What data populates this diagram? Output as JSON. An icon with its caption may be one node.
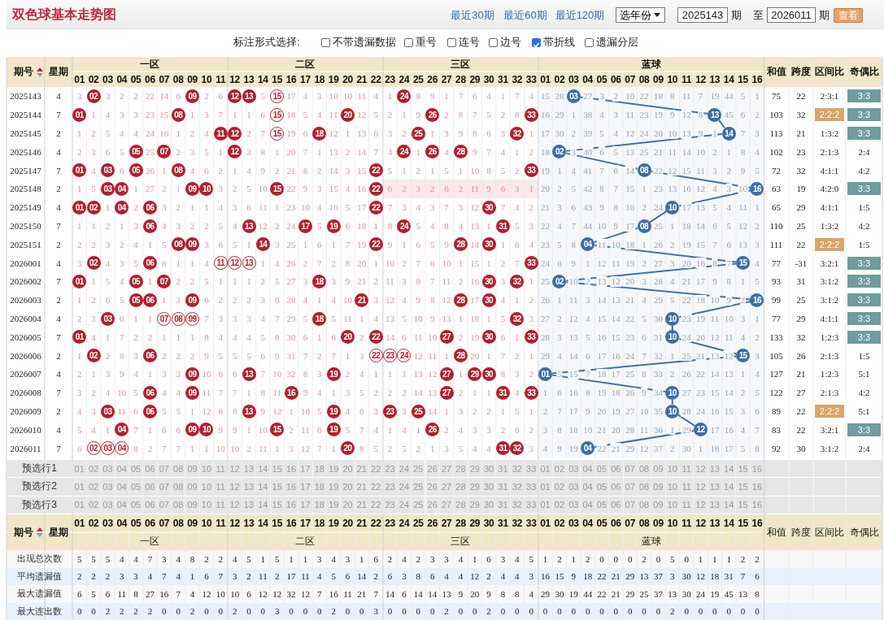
{
  "diagram": {
    "title": "双色球基本走势图",
    "nodes": [
      {
        "text": [
          "02"
        ]
      },
      {
        "text": [
          "09"
        ]
      },
      {
        "text": [
          "12"
        ]
      },
      {
        "text": [
          "13"
        ]
      },
      {
        "text": [
          "15"
        ]
      },
      {
        "text": [
          "24"
        ]
      },
      {
        "text": [
          "03"
        ]
      },
      {
        "text": [
          "3:3"
        ]
      },
      {
        "text": [
          "01"
        ]
      },
      {
        "text": [
          "08"
        ]
      },
      {
        "text": [
          "15"
        ]
      },
      {
        "text": [
          "20"
        ]
      },
      {
        "text": [
          "26"
        ]
      },
      {
        "text": [
          "33"
        ]
      },
      {
        "text": [
          "13"
        ]
      },
      {
        "text": [
          "2:2:2"
        ]
      },
      {
        "text": [
          "3:3"
        ]
      },
      {
        "text": [
          "11"
        ]
      },
      {
        "text": [
          "12"
        ]
      },
      {
        "text": [
          "15"
        ]
      },
      {
        "text": [
          "18"
        ]
      },
      {
        "text": [
          "25"
        ]
      },
      {
        "text": [
          "32"
        ]
      },
      {
        "text": [
          "14"
        ]
      },
      {
        "text": [
          "3:3"
        ]
      },
      {
        "text": [
          "05"
        ]
      },
      {
        "text": [
          "07"
        ]
      },
      {
        "text": [
          "12"
        ]
      },
      {
        "text": [
          "24"
        ]
      },
      {
        "text": [
          "26"
        ]
      },
      {
        "text": [
          "28"
        ]
      },
      {
        "text": [
          "02"
        ]
      },
      {
        "text": [
          "01"
        ]
      },
      {
        "text": [
          "03"
        ]
      },
      {
        "text": [
          "05"
        ]
      },
      {
        "text": [
          "08"
        ]
      },
      {
        "text": [
          "22"
        ]
      },
      {
        "text": [
          "33"
        ]
      },
      {
        "text": [
          "08"
        ]
      },
      {
        "text": [
          "03"
        ]
      },
      {
        "text": [
          "04"
        ]
      },
      {
        "text": [
          "09"
        ]
      },
      {
        "text": [
          "10"
        ]
      },
      {
        "text": [
          "15"
        ]
      },
      {
        "text": [
          "22"
        ]
      },
      {
        "text": [
          "16"
        ]
      },
      {
        "text": [
          "3:3"
        ]
      },
      {
        "text": [
          "01"
        ]
      },
      {
        "text": [
          "02"
        ]
      },
      {
        "text": [
          "04"
        ]
      },
      {
        "text": [
          "06"
        ]
      },
      {
        "text": [
          "22"
        ]
      },
      {
        "text": [
          "30"
        ]
      },
      {
        "text": [
          "10"
        ]
      },
      {
        "text": [
          "06"
        ]
      },
      {
        "text": [
          "13"
        ]
      },
      {
        "text": [
          "17"
        ]
      },
      {
        "text": [
          "19"
        ]
      },
      {
        "text": [
          "24"
        ]
      },
      {
        "text": [
          "31"
        ]
      },
      {
        "text": [
          "08"
        ]
      },
      {
        "text": [
          "08"
        ]
      },
      {
        "text": [
          "09"
        ]
      },
      {
        "text": [
          "14"
        ]
      },
      {
        "text": [
          "22"
        ]
      },
      {
        "text": [
          "28"
        ]
      },
      {
        "text": [
          "30"
        ]
      },
      {
        "text": [
          "04"
        ]
      },
      {
        "text": [
          "2:2:2"
        ]
      },
      {
        "text": [
          "02"
        ]
      },
      {
        "text": [
          "06"
        ]
      },
      {
        "text": [
          "11"
        ]
      },
      {
        "text": [
          "12"
        ]
      },
      {
        "text": [
          "13"
        ]
      },
      {
        "text": [
          "33"
        ]
      },
      {
        "text": [
          "15"
        ]
      },
      {
        "text": [
          "3:3"
        ]
      },
      {
        "text": [
          "01"
        ]
      },
      {
        "text": [
          "05"
        ]
      },
      {
        "text": [
          "07"
        ]
      },
      {
        "text": [
          "18"
        ]
      },
      {
        "text": [
          "30"
        ]
      },
      {
        "text": [
          "32"
        ]
      },
      {
        "text": [
          "02"
        ]
      },
      {
        "text": [
          "3:3"
        ]
      },
      {
        "text": [
          "05"
        ]
      },
      {
        "text": [
          "06"
        ]
      },
      {
        "text": [
          "09"
        ]
      },
      {
        "text": [
          "21"
        ]
      },
      {
        "text": [
          "28"
        ]
      },
      {
        "text": [
          "30"
        ]
      },
      {
        "text": [
          "16"
        ]
      },
      {
        "text": [
          "3:3"
        ]
      },
      {
        "text": [
          "03"
        ]
      },
      {
        "text": [
          "07"
        ]
      },
      {
        "text": [
          "08"
        ]
      },
      {
        "text": [
          "09"
        ]
      },
      {
        "text": [
          "18"
        ]
      },
      {
        "text": [
          "32"
        ]
      },
      {
        "text": [
          "10"
        ]
      },
      {
        "text": [
          "3:3"
        ]
      },
      {
        "text": [
          "01"
        ]
      },
      {
        "text": [
          "20"
        ]
      },
      {
        "text": [
          "22"
        ]
      },
      {
        "text": [
          "27"
        ]
      },
      {
        "text": [
          "30"
        ]
      },
      {
        "text": [
          "33"
        ]
      },
      {
        "text": [
          "10"
        ]
      },
      {
        "text": [
          "3:3"
        ]
      },
      {
        "text": [
          "02"
        ]
      },
      {
        "text": [
          "06"
        ]
      },
      {
        "text": [
          "22"
        ]
      },
      {
        "text": [
          "23"
        ]
      },
      {
        "text": [
          "24"
        ]
      },
      {
        "text": [
          "28"
        ]
      },
      {
        "text": [
          "15"
        ]
      },
      {
        "text": [
          "09"
        ]
      },
      {
        "text": [
          "13"
        ]
      },
      {
        "text": [
          "19"
        ]
      },
      {
        "text": [
          "27"
        ]
      },
      {
        "text": [
          "29"
        ]
      },
      {
        "text": [
          "30"
        ]
      },
      {
        "text": [
          "01"
        ]
      },
      {
        "text": [
          "06"
        ]
      },
      {
        "text": [
          "09"
        ]
      },
      {
        "text": [
          "16"
        ]
      },
      {
        "text": [
          "27"
        ]
      },
      {
        "text": [
          "31"
        ]
      },
      {
        "text": [
          "33"
        ]
      },
      {
        "text": [
          "10"
        ]
      },
      {
        "text": [
          "03"
        ]
      },
      {
        "text": [
          "06"
        ]
      },
      {
        "text": [
          "13"
        ]
      },
      {
        "text": [
          "19"
        ]
      },
      {
        "text": [
          "23"
        ]
      },
      {
        "text": [
          "25"
        ]
      },
      {
        "text": [
          "10"
        ]
      },
      {
        "text": [
          "2:2:2"
        ]
      },
      {
        "text": [
          "04"
        ]
      },
      {
        "text": [
          "09"
        ]
      },
      {
        "text": [
          "10"
        ]
      },
      {
        "text": [
          "15"
        ]
      },
      {
        "text": [
          "19"
        ]
      },
      {
        "text": [
          "26"
        ]
      },
      {
        "text": [
          "12"
        ]
      },
      {
        "text": [
          "3:3"
        ]
      },
      {
        "text": [
          "02"
        ]
      },
      {
        "text": [
          "03"
        ]
      },
      {
        "text": [
          "04"
        ]
      },
      {
        "text": [
          "20"
        ]
      },
      {
        "text": [
          "31"
        ]
      },
      {
        "text": [
          "32"
        ]
      },
      {
        "text": [
          "04"
        ]
      }
    ],
    "edges": [
      {
        "from": 6,
        "to": 14,
        "arrow": "none"
      },
      {
        "from": 14,
        "to": 23,
        "arrow": "none"
      },
      {
        "from": 23,
        "to": 31,
        "arrow": "none"
      },
      {
        "from": 31,
        "to": 38,
        "arrow": "none"
      },
      {
        "from": 38,
        "to": 45,
        "arrow": "none"
      },
      {
        "from": 45,
        "to": 53,
        "arrow": "none"
      },
      {
        "from": 53,
        "to": 60,
        "arrow": "none"
      },
      {
        "from": 60,
        "to": 67,
        "arrow": "none"
      },
      {
        "from": 67,
        "to": 75,
        "arrow": "none"
      },
      {
        "from": 75,
        "to": 83,
        "arrow": "none"
      },
      {
        "from": 83,
        "to": 91,
        "arrow": "none"
      },
      {
        "from": 91,
        "to": 99,
        "arrow": "none"
      },
      {
        "from": 99,
        "to": 107,
        "arrow": "none"
      },
      {
        "from": 107,
        "to": 115,
        "arrow": "none"
      },
      {
        "from": 115,
        "to": 122,
        "arrow": "none"
      },
      {
        "from": 122,
        "to": 129,
        "arrow": "none"
      },
      {
        "from": 129,
        "to": 136,
        "arrow": "none"
      },
      {
        "from": 136,
        "to": 144,
        "arrow": "none"
      },
      {
        "from": 144,
        "to": 152,
        "arrow": "none"
      }
    ],
    "labels": [
      "最近30期",
      "最近60期",
      "最近120期",
      "选年份",
      "2025143",
      "期",
      "至",
      "2026011",
      "期",
      "查看",
      "标注形式选择:",
      "不带遗漏数据",
      "重号",
      "连号",
      "边号",
      "带折线",
      "遗漏分层",
      "期号",
      "星期",
      "一区",
      "二区",
      "三区",
      "蓝球",
      "和值",
      "跨度",
      "区间比",
      "奇偶比",
      "01",
      "02",
      "03",
      "04",
      "05",
      "06",
      "07",
      "08",
      "09",
      "10",
      "11",
      "12",
      "13",
      "14",
      "15",
      "16",
      "17",
      "18",
      "19",
      "20",
      "21",
      "22",
      "23",
      "24",
      "25",
      "26",
      "27",
      "28",
      "29",
      "30",
      "31",
      "32",
      "33",
      "01",
      "02",
      "03",
      "04",
      "05",
      "06",
      "07",
      "08",
      "09",
      "10",
      "11",
      "12",
      "13",
      "14",
      "15",
      "16",
      "2025143",
      "4",
      "3",
      "3",
      "2",
      "2",
      "22",
      "14",
      "6",
      "2",
      "6",
      "5",
      "17",
      "4",
      "3",
      "10",
      "10",
      "11",
      "4",
      "1",
      "8",
      "9",
      "1",
      "7",
      "6",
      "4",
      "1",
      "7",
      "4",
      "15",
      "28",
      "27",
      "3",
      "2",
      "10",
      "22",
      "18",
      "8",
      "11",
      "7",
      "19",
      "44",
      "5",
      "1",
      "75",
      "22",
      "2:3:1",
      "2025144",
      "7",
      "1",
      "4",
      "3",
      "3",
      "23",
      "15",
      "1",
      "3",
      "7",
      "1",
      "1",
      "6",
      "18",
      "5",
      "4",
      "11",
      "12",
      "5",
      "2",
      "1",
      "9",
      "2",
      "8",
      "7",
      "5",
      "2",
      "8",
      "16",
      "29",
      "1",
      "38",
      "4",
      "3",
      "11",
      "23",
      "19",
      "9",
      "12",
      "8",
      "45",
      "6",
      "2",
      "103",
      "32",
      "2025145",
      "2",
      "1",
      "2",
      "5",
      "4",
      "4",
      "24",
      "16",
      "1",
      "2",
      "4",
      "2",
      "7",
      "19",
      "6",
      "12",
      "1",
      "13",
      "6",
      "3",
      "2",
      "1",
      "3",
      "9",
      "8",
      "6",
      "3",
      "1",
      "17",
      "30",
      "2",
      "39",
      "5",
      "4",
      "12",
      "24",
      "20",
      "10",
      "13",
      "9",
      "1",
      "7",
      "3",
      "113",
      "21",
      "1:3:2",
      "2025146",
      "4",
      "2",
      "3",
      "6",
      "5",
      "25",
      "2",
      "3",
      "5",
      "1",
      "3",
      "8",
      "1",
      "20",
      "7",
      "1",
      "13",
      "2",
      "14",
      "7",
      "4",
      "1",
      "4",
      "9",
      "7",
      "4",
      "1",
      "2",
      "18",
      "3",
      "40",
      "6",
      "5",
      "13",
      "25",
      "21",
      "11",
      "14",
      "10",
      "2",
      "1",
      "8",
      "4",
      "102",
      "23",
      "2:1:3",
      "2:4",
      "2025147",
      "7",
      "4",
      "6",
      "26",
      "1",
      "4",
      "6",
      "2",
      "1",
      "4",
      "9",
      "2",
      "21",
      "8",
      "2",
      "14",
      "3",
      "15",
      "5",
      "1",
      "2",
      "1",
      "5",
      "1",
      "10",
      "8",
      "5",
      "2",
      "19",
      "1",
      "4",
      "41",
      "7",
      "6",
      "14",
      "22",
      "12",
      "15",
      "11",
      "3",
      "2",
      "9",
      "5",
      "72",
      "32",
      "4:1:1",
      "4:2",
      "2025148",
      "2",
      "1",
      "5",
      "1",
      "27",
      "2",
      "1",
      "3",
      "2",
      "5",
      "10",
      "22",
      "9",
      "3",
      "15",
      "4",
      "16",
      "6",
      "2",
      "3",
      "2",
      "6",
      "2",
      "11",
      "9",
      "6",
      "3",
      "1",
      "20",
      "2",
      "5",
      "42",
      "8",
      "7",
      "15",
      "1",
      "23",
      "13",
      "16",
      "12",
      "4",
      "3",
      "10",
      "63",
      "19",
      "4:2:0",
      "2025149",
      "4",
      "1",
      "2",
      "3",
      "2",
      "1",
      "1",
      "4",
      "3",
      "6",
      "11",
      "1",
      "23",
      "10",
      "4",
      "16",
      "5",
      "17",
      "7",
      "3",
      "4",
      "3",
      "7",
      "3",
      "12",
      "7",
      "4",
      "2",
      "21",
      "3",
      "6",
      "43",
      "9",
      "8",
      "16",
      "2",
      "24",
      "17",
      "13",
      "5",
      "4",
      "11",
      "1",
      "65",
      "29",
      "4:1:1",
      "1:5",
      "2025150",
      "7",
      "1",
      "1",
      "2",
      "1",
      "3",
      "4",
      "3",
      "2",
      "2",
      "5",
      "4",
      "12",
      "2",
      "24",
      "5",
      "6",
      "18",
      "1",
      "8",
      "5",
      "4",
      "8",
      "4",
      "13",
      "1",
      "5",
      "3",
      "22",
      "4",
      "7",
      "44",
      "10",
      "9",
      "17",
      "25",
      "1",
      "18",
      "14",
      "6",
      "5",
      "12",
      "2",
      "110",
      "25",
      "1:3:2",
      "4:2",
      "2025151",
      "2",
      "2",
      "2",
      "3",
      "2",
      "4",
      "1",
      "5",
      "3",
      "6",
      "5",
      "1",
      "3",
      "25",
      "1",
      "6",
      "1",
      "7",
      "19",
      "9",
      "1",
      "6",
      "5",
      "9",
      "14",
      "1",
      "6",
      "4",
      "23",
      "5",
      "8",
      "11",
      "10",
      "18",
      "1",
      "26",
      "2",
      "19",
      "15",
      "7",
      "6",
      "13",
      "3",
      "111",
      "22",
      "1:5",
      "2026001",
      "4",
      "3",
      "4",
      "3",
      "5",
      "6",
      "1",
      "1",
      "4",
      "1",
      "4",
      "26",
      "2",
      "7",
      "2",
      "8",
      "20",
      "1",
      "10",
      "2",
      "7",
      "6",
      "10",
      "1",
      "15",
      "1",
      "2",
      "7",
      "24",
      "6",
      "9",
      "1",
      "12",
      "11",
      "19",
      "2",
      "27",
      "3",
      "20",
      "16",
      "8",
      "7",
      "4",
      "77",
      "-31",
      "3:2:1",
      "2026002",
      "7",
      "1",
      "5",
      "4",
      "1",
      "2",
      "2",
      "5",
      "1",
      "1",
      "1",
      "2",
      "5",
      "27",
      "3",
      "3",
      "9",
      "21",
      "2",
      "11",
      "3",
      "8",
      "7",
      "11",
      "2",
      "16",
      "3",
      "1",
      "25",
      "10",
      "2",
      "13",
      "12",
      "20",
      "3",
      "28",
      "4",
      "21",
      "17",
      "9",
      "8",
      "1",
      "5",
      "93",
      "31",
      "3:1:2",
      "2026003",
      "2",
      "1",
      "2",
      "6",
      "5",
      "1",
      "3",
      "6",
      "2",
      "2",
      "2",
      "3",
      "6",
      "28",
      "4",
      "1",
      "4",
      "10",
      "3",
      "12",
      "4",
      "9",
      "8",
      "12",
      "17",
      "4",
      "1",
      "2",
      "26",
      "1",
      "11",
      "3",
      "14",
      "13",
      "21",
      "4",
      "29",
      "5",
      "22",
      "18",
      "10",
      "9",
      "2",
      "99",
      "25",
      "3:1:2",
      "2026004",
      "4",
      "2",
      "3",
      "6",
      "1",
      "1",
      "7",
      "3",
      "3",
      "3",
      "4",
      "7",
      "29",
      "5",
      "5",
      "11",
      "1",
      "4",
      "13",
      "5",
      "10",
      "9",
      "13",
      "1",
      "18",
      "1",
      "5",
      "3",
      "27",
      "2",
      "12",
      "4",
      "15",
      "14",
      "22",
      "5",
      "30",
      "23",
      "19",
      "11",
      "10",
      "3",
      "1",
      "77",
      "29",
      "4:1:1",
      "2026005",
      "7",
      "4",
      "1",
      "7",
      "2",
      "2",
      "1",
      "1",
      "1",
      "8",
      "4",
      "4",
      "4",
      "5",
      "8",
      "30",
      "6",
      "1",
      "6",
      "2",
      "14",
      "6",
      "11",
      "10",
      "2",
      "19",
      "6",
      "1",
      "28",
      "3",
      "13",
      "5",
      "16",
      "15",
      "23",
      "6",
      "31",
      "24",
      "20",
      "12",
      "11",
      "4",
      "2",
      "133",
      "32",
      "1:2:3",
      "2026006",
      "2",
      "1",
      "2",
      "8",
      "3",
      "2",
      "2",
      "2",
      "9",
      "5",
      "5",
      "5",
      "6",
      "9",
      "31",
      "7",
      "2",
      "7",
      "1",
      "3",
      "12",
      "11",
      "1",
      "20",
      "1",
      "7",
      "2",
      "1",
      "29",
      "4",
      "14",
      "6",
      "17",
      "16",
      "24",
      "7",
      "32",
      "1",
      "25",
      "21",
      "13",
      "12",
      "3",
      "105",
      "26",
      "2:1:3",
      "1:5",
      "2026007",
      "4",
      "2",
      "1",
      "3",
      "9",
      "4",
      "1",
      "3",
      "3",
      "10",
      "6",
      "6",
      "7",
      "10",
      "32",
      "8",
      "3",
      "2",
      "4",
      "1",
      "1",
      "1",
      "13",
      "12",
      "1",
      "8",
      "3",
      "2",
      "5",
      "15",
      "7",
      "18",
      "17",
      "25",
      "8",
      "33",
      "2",
      "26",
      "22",
      "14",
      "13",
      "1",
      "4",
      "127",
      "21",
      "1:2:3",
      "5:1",
      "2026008",
      "7",
      "3",
      "2",
      "4",
      "10",
      "5",
      "4",
      "4",
      "11",
      "7",
      "7",
      "1",
      "8",
      "11",
      "9",
      "4",
      "1",
      "3",
      "5",
      "2",
      "2",
      "2",
      "14",
      "13",
      "2",
      "1",
      "1",
      "4",
      "1",
      "6",
      "16",
      "8",
      "19",
      "18",
      "26",
      "9",
      "34",
      "27",
      "23",
      "15",
      "14",
      "2",
      "5",
      "122",
      "27",
      "2:1:3",
      "4:2",
      "2026009",
      "2",
      "4",
      "3",
      "11",
      "6",
      "5",
      "5",
      "1",
      "12",
      "8",
      "8",
      "9",
      "12",
      "1",
      "10",
      "5",
      "4",
      "6",
      "3",
      "3",
      "14",
      "1",
      "3",
      "2",
      "2",
      "1",
      "5",
      "1",
      "2",
      "7",
      "17",
      "9",
      "20",
      "19",
      "27",
      "10",
      "35",
      "28",
      "24",
      "16",
      "15",
      "3",
      "6",
      "89",
      "22",
      "5:1",
      "2026010",
      "4",
      "5",
      "4",
      "1",
      "7",
      "1",
      "6",
      "6",
      "9",
      "9",
      "1",
      "10",
      "2",
      "11",
      "6",
      "5",
      "7",
      "4",
      "1",
      "4",
      "1",
      "2",
      "4",
      "3",
      "3",
      "2",
      "6",
      "2",
      "3",
      "8",
      "18",
      "10",
      "21",
      "20",
      "28",
      "11",
      "36",
      "1",
      "29",
      "17",
      "16",
      "4",
      "7",
      "83",
      "22",
      "3:2:1",
      "2026011",
      "7",
      "6",
      "8",
      "2",
      "7",
      "7",
      "1",
      "1",
      "10",
      "10",
      "2",
      "11",
      "1",
      "3",
      "12",
      "7",
      "1",
      "8",
      "5",
      "2",
      "5",
      "2",
      "1",
      "3",
      "5",
      "4",
      "4",
      "3",
      "4",
      "9",
      "19",
      "22",
      "21",
      "29",
      "12",
      "37",
      "2",
      "30",
      "1",
      "18",
      "17",
      "5",
      "8",
      "92",
      "30",
      "3:1:2",
      "2:4",
      "预选行1",
      "01",
      "02",
      "03",
      "04",
      "05",
      "06",
      "07",
      "08",
      "09",
      "10",
      "11",
      "12",
      "13",
      "14",
      "15",
      "16",
      "17",
      "18",
      "19",
      "20",
      "21",
      "22",
      "23",
      "24",
      "25",
      "26",
      "27",
      "28",
      "29",
      "30",
      "31",
      "32",
      "33",
      "01",
      "02",
      "03",
      "04",
      "05",
      "06",
      "07",
      "08",
      "09",
      "10",
      "11",
      "12",
      "13",
      "14",
      "15",
      "16",
      "预选行2",
      "01",
      "02",
      "03",
      "04",
      "05",
      "06",
      "07",
      "08",
      "09",
      "10",
      "11",
      "12",
      "13",
      "14",
      "15",
      "16",
      "17",
      "18",
      "19",
      "20",
      "21",
      "22",
      "23",
      "24",
      "25",
      "26",
      "27",
      "28",
      "29",
      "30",
      "31",
      "32",
      "33",
      "01",
      "02",
      "03",
      "04",
      "05",
      "06",
      "07",
      "08",
      "09",
      "10",
      "11",
      "12",
      "13",
      "14",
      "15",
      "16",
      "预选行3",
      "01",
      "02",
      "03",
      "04",
      "05",
      "06",
      "07",
      "08",
      "09",
      "10",
      "11",
      "12",
      "13",
      "14",
      "15",
      "16",
      "17",
      "18",
      "19",
      "20",
      "21",
      "22",
      "23",
      "24",
      "25",
      "26",
      "27",
      "28",
      "29",
      "30",
      "31",
      "32",
      "33",
      "01",
      "02",
      "03",
      "04",
      "05",
      "06",
      "07",
      "08",
      "09",
      "10",
      "11",
      "12",
      "13",
      "14",
      "15",
      "16",
      "期号",
      "星期",
      "01",
      "02",
      "03",
      "04",
      "05",
      "06",
      "07",
      "08",
      "09",
      "10",
      "11",
      "12",
      "13",
      "14",
      "15",
      "16",
      "17",
      "18",
      "19",
      "20",
      "21",
      "22",
      "23",
      "24",
      "25",
      "26",
      "27",
      "28",
      "29",
      "30",
      "31",
      "32",
      "33",
      "01",
      "02",
      "03",
      "04",
      "05",
      "06",
      "07",
      "08",
      "09",
      "10",
      "11",
      "12",
      "13",
      "14",
      "15",
      "16",
      "和值",
      "跨度",
      "区间比",
      "奇偶比",
      "一区",
      "二区",
      "三区",
      "蓝球",
      "出现总次数",
      "5",
      "5",
      "5",
      "4",
      "4",
      "7",
      "3",
      "4",
      "8",
      "2",
      "2",
      "4",
      "5",
      "1",
      "5",
      "1",
      "1",
      "3",
      "4",
      "3",
      "1",
      "6",
      "2",
      "4",
      "2",
      "3",
      "3",
      "4",
      "1",
      "6",
      "3",
      "4",
      "5",
      "1",
      "2",
      "1",
      "2",
      "0",
      "0",
      "0",
      "2",
      "0",
      "5",
      "0",
      "1",
      "1",
      "1",
      "2",
      "2",
      "平均遗漏值",
      "2",
      "2",
      "2",
      "3",
      "3",
      "4",
      "7",
      "4",
      "1",
      "6",
      "7",
      "3",
      "2",
      "11",
      "2",
      "17",
      "11",
      "4",
      "5",
      "6",
      "14",
      "2",
      "6",
      "3",
      "8",
      "6",
      "4",
      "4",
      "12",
      "2",
      "4",
      "4",
      "3",
      "16",
      "15",
      "9",
      "18",
      "22",
      "21",
      "29",
      "13",
      "37",
      "3",
      "30",
      "12",
      "18",
      "31",
      "7",
      "6",
      "最大遗漏值",
      "6",
      "5",
      "6",
      "11",
      "8",
      "27",
      "16",
      "7",
      "4",
      "12",
      "10",
      "10",
      "6",
      "12",
      "12",
      "32",
      "12",
      "7",
      "16",
      "11",
      "21",
      "7",
      "14",
      "6",
      "14",
      "14",
      "13",
      "9",
      "20",
      "9",
      "8",
      "8",
      "4",
      "29",
      "30",
      "19",
      "44",
      "22",
      "21",
      "29",
      "25",
      "37",
      "13",
      "30",
      "24",
      "19",
      "45",
      "13",
      "8",
      "最大连出数",
      "0",
      "0",
      "2",
      "2",
      "2",
      "2",
      "0",
      "0",
      "2",
      "0",
      "0",
      "2",
      "0",
      "0",
      "3",
      "0",
      "0",
      "0",
      "2",
      "0",
      "0",
      "3",
      "0",
      "0",
      "0",
      "0",
      "2",
      "0",
      "0",
      "2",
      "0",
      "0",
      "0",
      "0",
      "0",
      "0",
      "0",
      "0",
      "0",
      "0",
      "0",
      "0",
      "2",
      "0",
      "0",
      "0",
      "0",
      "0",
      "0"
    ]
  }
}
